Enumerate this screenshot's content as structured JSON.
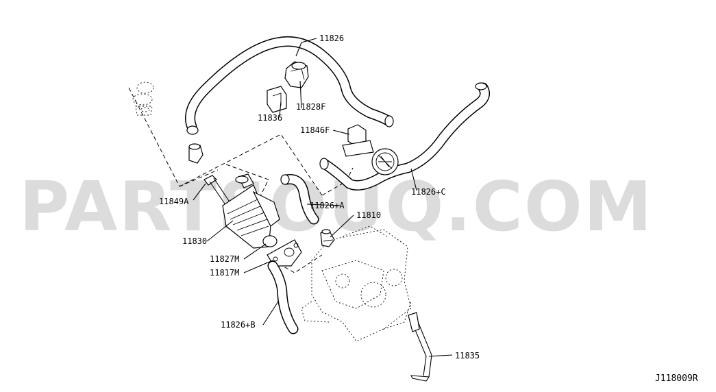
{
  "watermark": "PARTSOUQ.COM",
  "diagram_code": "J118009R",
  "labels": {
    "p11826": "11826",
    "p11828F": "11828F",
    "p11836": "11836",
    "p11846F": "11846F",
    "p11826C": "11826+C",
    "p11849A": "11849A",
    "p11826A": "11826+A",
    "p11810": "11810",
    "p11830": "11830",
    "p11827M": "11827M",
    "p11817M": "11817M",
    "p11826B": "11826+B",
    "p11835": "11835"
  }
}
